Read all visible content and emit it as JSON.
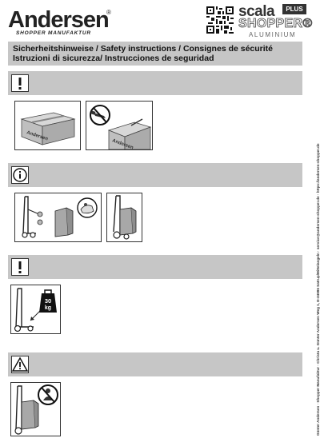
{
  "header": {
    "logo_text": "Andersen",
    "logo_reg": "®",
    "logo_sub": "SHOPPER MANUFAKTUR",
    "brand_scala": "scala",
    "brand_plus": "PLUS",
    "brand_shopper": "SHOPPER®",
    "brand_alu": "ALUMINIUM"
  },
  "title": {
    "line1": "Sicherheitshinweise / Safety instructions / Consignes de sécurité",
    "line2": "Istruzioni di sicurezza/ Instrucciones de seguridad"
  },
  "sections": [
    {
      "icon": "exclamation-icon"
    },
    {
      "icon": "info-icon"
    },
    {
      "icon": "exclamation-icon"
    },
    {
      "icon": "warning-triangle-icon"
    }
  ],
  "illustrations": {
    "box_label": "Andersen",
    "weight_label": "30\nkg",
    "weight_num": "30",
    "weight_unit": "kg"
  },
  "side_text": "Günter Andersen · Shopper Manufaktur · Christa u. Günter Andersen Weg 1, D-24986 Satrup/Mittelangeln · service@andersen-shopper.de · https://andersen-shopper.de"
}
